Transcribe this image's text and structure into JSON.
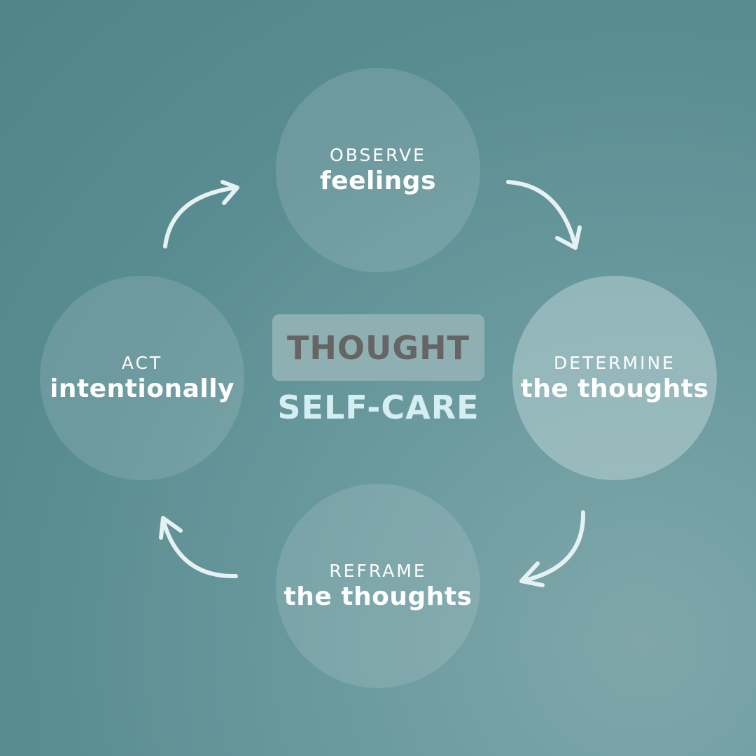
{
  "center": {
    "title": "THOUGHT",
    "subtitle": "SELF-CARE"
  },
  "steps": [
    {
      "verb": "OBSERVE",
      "object": "feelings"
    },
    {
      "verb": "DETERMINE",
      "object": "the thoughts"
    },
    {
      "verb": "REFRAME",
      "object": "the thoughts"
    },
    {
      "verb": "ACT",
      "object": "intentionally"
    }
  ],
  "colors": {
    "background": "#5a8d92",
    "title_text": "#666464",
    "subtitle_text": "#d4eef2",
    "arrows": "#e6f1f3"
  }
}
